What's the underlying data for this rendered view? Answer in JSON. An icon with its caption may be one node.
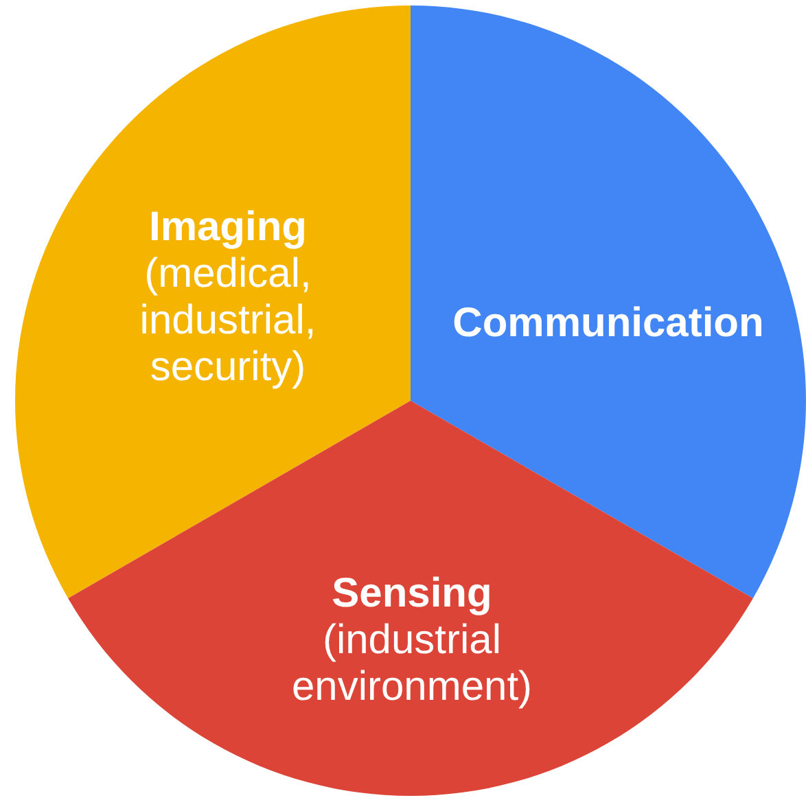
{
  "diagram": {
    "nodes": [
      {
        "text": [
          "Imaging",
          "(medical, industrial, security)"
        ]
      },
      {
        "text": [
          "Communication"
        ]
      },
      {
        "text": [
          "Sensing",
          "(industrial environment)"
        ]
      }
    ]
  }
}
